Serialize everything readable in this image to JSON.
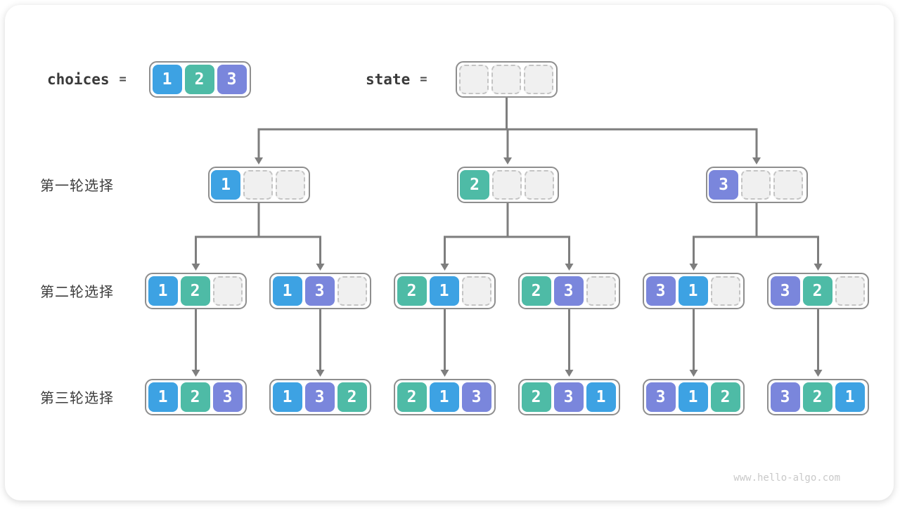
{
  "header": {
    "choices_label": "choices",
    "equals_sign": "=",
    "choices_values": [
      "1",
      "2",
      "3"
    ],
    "state_label": "state",
    "state_values": [
      null,
      null,
      null
    ]
  },
  "rows": [
    {
      "label": "第一轮选择",
      "nodes": [
        [
          "1",
          null,
          null
        ],
        [
          "2",
          null,
          null
        ],
        [
          "3",
          null,
          null
        ]
      ]
    },
    {
      "label": "第二轮选择",
      "nodes": [
        [
          "1",
          "2",
          null
        ],
        [
          "1",
          "3",
          null
        ],
        [
          "2",
          "1",
          null
        ],
        [
          "2",
          "3",
          null
        ],
        [
          "3",
          "1",
          null
        ],
        [
          "3",
          "2",
          null
        ]
      ]
    },
    {
      "label": "第三轮选择",
      "nodes": [
        [
          "1",
          "2",
          "3"
        ],
        [
          "1",
          "3",
          "2"
        ],
        [
          "2",
          "1",
          "3"
        ],
        [
          "2",
          "3",
          "1"
        ],
        [
          "3",
          "1",
          "2"
        ],
        [
          "3",
          "2",
          "1"
        ]
      ]
    }
  ],
  "watermark": "www.hello-algo.com",
  "colors": {
    "value_1": "#3da2e3",
    "value_2": "#4ebba6",
    "value_3": "#7a86dc",
    "arrow": "#7e7e7e",
    "box_border": "#8e8e8e",
    "empty_fill": "#f0f0f0",
    "empty_border": "#c4c4c4"
  }
}
